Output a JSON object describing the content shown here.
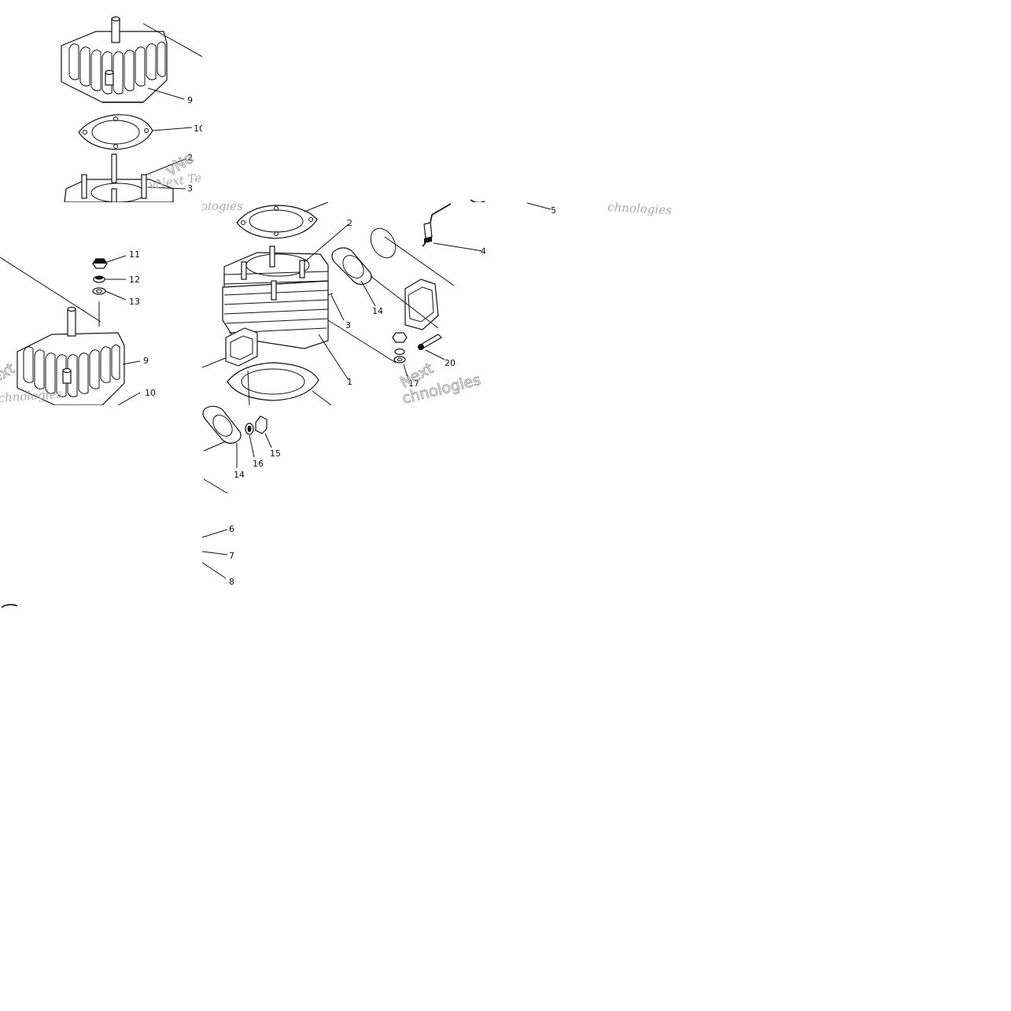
{
  "diagram": {
    "tile_a": {
      "callouts": [
        "9",
        "10",
        "2",
        "3"
      ],
      "watermark_a": "vNe",
      "watermark_b": "vNext Tec"
    },
    "tile_b": {
      "callouts": [
        "5"
      ],
      "watermark": "chnologies"
    },
    "tile_c": {
      "callouts": [
        "11",
        "12",
        "13",
        "9",
        "10"
      ],
      "watermark_a": "ext",
      "watermark_b": "chnologies"
    },
    "tile_d": {
      "callouts": [
        "2",
        "14",
        "3",
        "1",
        "4",
        "20",
        "17"
      ],
      "watermark_a": "ologies",
      "watermark_b": "Next",
      "watermark_c": "chnologies"
    },
    "tile_e": {
      "callouts": [
        "14",
        "16",
        "15",
        "6",
        "7",
        "8"
      ]
    }
  }
}
